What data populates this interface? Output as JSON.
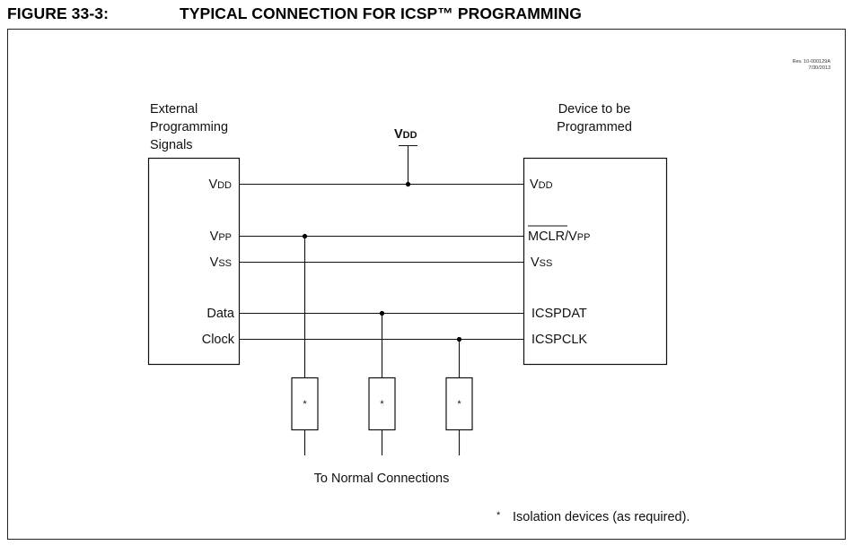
{
  "figure": {
    "number": "FIGURE 33-3:",
    "title": "TYPICAL CONNECTION FOR ICSP™ PROGRAMMING",
    "revision": {
      "line1": "Rev. 10-000129A",
      "line2": "7/30/2013"
    }
  },
  "left_block": {
    "heading": [
      "External",
      "Programming",
      "Signals"
    ],
    "pins": [
      {
        "main": "V",
        "sub": "DD"
      },
      {
        "main": "V",
        "sub": "PP"
      },
      {
        "main": "V",
        "sub": "SS"
      },
      {
        "main": "Data",
        "sub": ""
      },
      {
        "main": "Clock",
        "sub": ""
      }
    ]
  },
  "right_block": {
    "heading": [
      "Device to be",
      "Programmed"
    ],
    "pins": [
      {
        "overbar": "",
        "main": "V",
        "sub": "DD"
      },
      {
        "overbar": "MCLR",
        "main": "/V",
        "sub": "PP"
      },
      {
        "overbar": "",
        "main": "V",
        "sub": "SS"
      },
      {
        "overbar": "",
        "main": "ICSPDAT",
        "sub": ""
      },
      {
        "overbar": "",
        "main": "ICSPCLK",
        "sub": ""
      }
    ]
  },
  "supply": {
    "main": "V",
    "sub": "DD"
  },
  "isolation": {
    "marker": "*",
    "count": 3,
    "taps": [
      "VPP",
      "Data",
      "Clock"
    ]
  },
  "normal_connections_label": "To Normal Connections",
  "footnote": {
    "marker": "*",
    "text": "Isolation devices (as required)."
  }
}
